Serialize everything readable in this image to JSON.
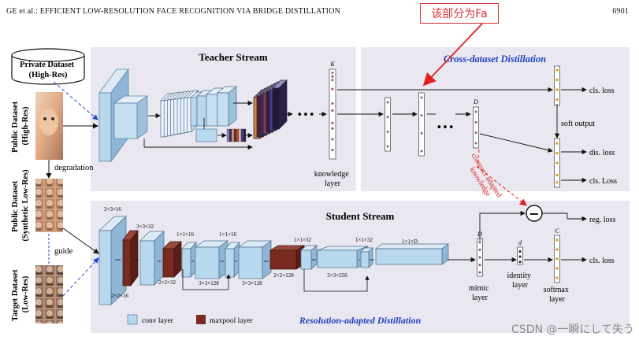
{
  "header": {
    "left": "GE et al.: EFFICIENT LOW-RESOLUTION FACE RECOGNITION VIA BRIDGE DISTILLATION",
    "page": "6901"
  },
  "annotation": {
    "text": "该部分为Fa"
  },
  "watermark": "CSDN @一瞬にして失う",
  "teacher": {
    "title": "Teacher Stream",
    "knowledge_layer_dim": "K",
    "knowledge_layer_label": "knowledge\nlayer",
    "ellipsis": "•••"
  },
  "cross": {
    "title": "Cross-dataset Distillation",
    "d_label": "D",
    "ellipsis": "•••",
    "cls_loss": "cls. loss",
    "soft_output": "soft output",
    "dis_loss": "dis. loss",
    "cls_Loss": "cls. Loss",
    "compact_knowledge": "compact adapted\nknowledge"
  },
  "left": {
    "private_dataset": "Private Dataset\n(High-Res)",
    "public_high": "Public Dataset\n(High-Res)",
    "degradation": "degradation",
    "public_synthetic": "Public Dataset\n(Synthetic Low-Res)",
    "guide": "guide",
    "target_low": "Target Dataset\n(Low-Res)"
  },
  "student": {
    "title": "Student Stream",
    "dims": {
      "conv1": "3×3×16",
      "pool1": "2×2×16",
      "conv2": "3×3×32",
      "pool2": "2×2×32",
      "c1x1a": "1×1×16",
      "c3x3a": "3×3×128",
      "c1x1b": "1×1×16",
      "c3x3b": "3×3×128",
      "pool3": "2×2×128",
      "c1x1c": "1×1×32",
      "c3x3c": "3×3×256",
      "c1x1d": "1×1×32",
      "c1x1D": "1×1×D"
    },
    "mimic_dim": "D",
    "mimic_label": "mimic\nlayer",
    "identity_dim": "d",
    "identity_label": "identity\nlayer",
    "softmax_dim": "C",
    "softmax_label": "softmax\nlayer",
    "reg_loss": "reg. loss",
    "cls_loss": "cls. loss",
    "minus": "−",
    "legend_conv": "conv layer",
    "legend_maxpool": "maxpool layer",
    "subtitle": "Resolution-adapted Distillation"
  },
  "colors": {
    "panel": "#e9e8f0",
    "conv_face": "#b8d8ee",
    "conv_edge": "#5e86a6",
    "pool_face": "#7a2a20",
    "blue_title": "#1f3fbf",
    "red_arrow": "#e02020",
    "dashed_blue": "#2244cc"
  }
}
